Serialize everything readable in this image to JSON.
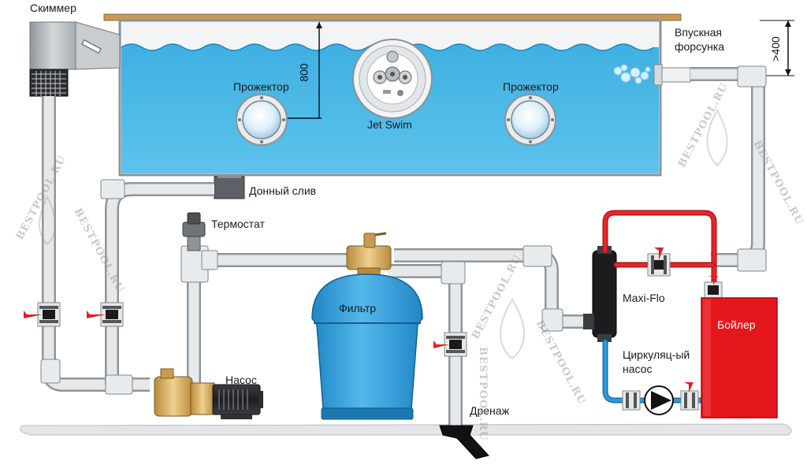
{
  "labels": {
    "skimmer": "Скиммер",
    "inlet_line1": "Впускная",
    "inlet_line2": "форсунка",
    "depth": "800",
    "height": ">400",
    "projector_left": "Прожектор",
    "projector_right": "Прожектор",
    "jet_swim": "Jet Swim",
    "bottom_drain": "Донный слив",
    "thermostat": "Термостат",
    "filter": "Фильтр",
    "pump": "Насос",
    "maxiflo": "Maxi-Flo",
    "boiler": "Бойлер",
    "circ_line1": "Циркуляц-ый",
    "circ_line2": "насос",
    "drain": "Дренаж"
  },
  "watermarks": [
    "BESTPOOL.RU",
    "BESTPOOL.RU",
    "BESTPOOL.RU",
    "BESTPOOL.RU",
    "BESTPOOL.RU",
    "BESTPOOL.RU",
    "BESTPOOL.RU"
  ],
  "colors": {
    "water": "#45b8e6",
    "pipe": "#d6dadd",
    "pipe_edge": "#8e969c",
    "hot_pipe": "#e8262a",
    "cold_pipe": "#2a9be0",
    "filter_body": "#3ba3dc",
    "boiler": "#e4171d",
    "brass": "#d9b16a",
    "ground": "#e3e5e7"
  }
}
